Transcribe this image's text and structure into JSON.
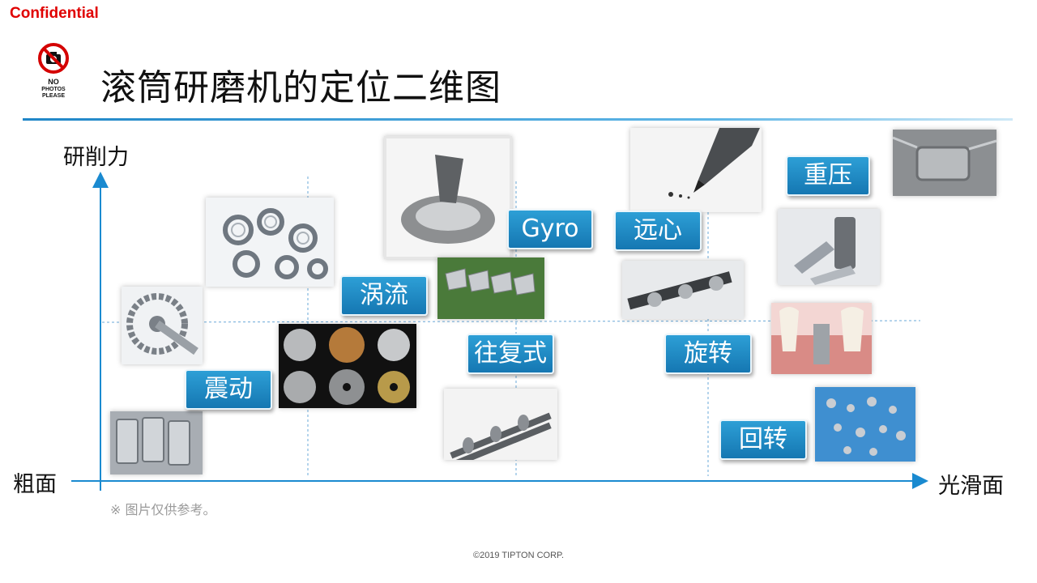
{
  "header": {
    "confidential": "Confidential",
    "no_photos_line1": "NO",
    "no_photos_line2": "PHOTOS",
    "no_photos_line3": "PLEASE",
    "title": "滚筒研磨机的定位二维图"
  },
  "axes": {
    "y_label": "研削力",
    "x_left_label": "粗面",
    "x_right_label": "光滑面"
  },
  "tags": {
    "gyro": "Gyro",
    "yuanxin": "远心",
    "zhongya": "重压",
    "woliu": "涡流",
    "wangfushi": "往复式",
    "xuanzhuan": "旋转",
    "zhendong": "震动",
    "huizhuan": "回转"
  },
  "note": "※ 图片仅供参考。",
  "footer": "©2019  TIPTON CORP.",
  "colors": {
    "accent": "#1a8ad0",
    "confidential": "#e00000"
  }
}
